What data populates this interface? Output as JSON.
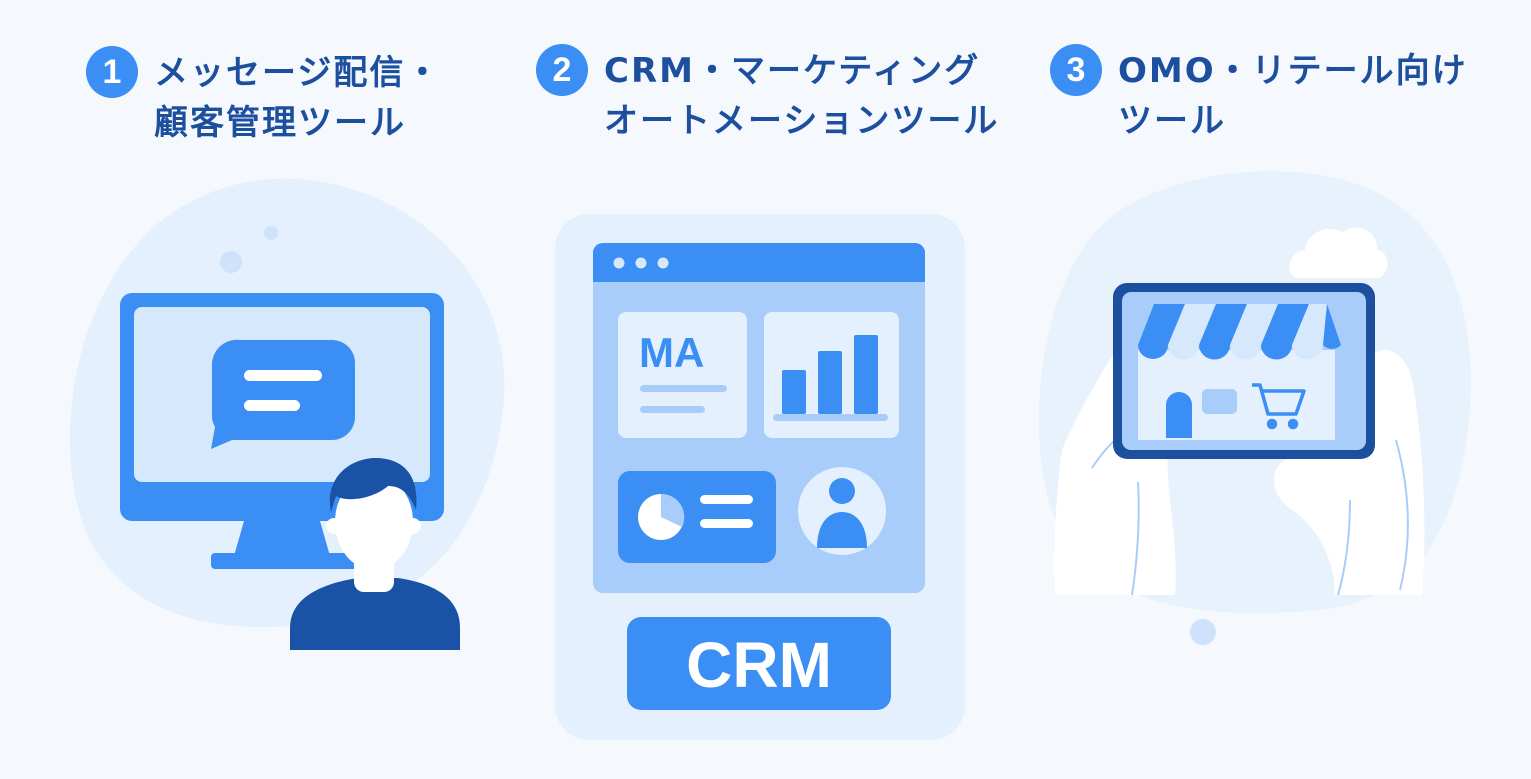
{
  "sections": [
    {
      "number": "1",
      "title_lines": [
        "メッセージ配信・",
        "顧客管理ツール"
      ]
    },
    {
      "number": "2",
      "title_lines": [
        "CRM・マーケティング",
        "オートメーションツール"
      ]
    },
    {
      "number": "3",
      "title_lines": [
        "OMO・リテール向け",
        "ツール"
      ]
    }
  ],
  "ma_card": {
    "label": "MA"
  },
  "crm_button": {
    "label": "CRM"
  },
  "icons": [
    "monitor-icon",
    "chat-bubble-icon",
    "person-icon",
    "pie-chart-icon",
    "user-avatar-icon",
    "bar-chart-icon",
    "storefront-icon",
    "shopping-cart-icon",
    "cloud-icon",
    "hands-icon"
  ],
  "colors": {
    "primary": "#3b8ef3",
    "dark": "#1d4f9f",
    "light": "#d6e8fc",
    "panel": "#a9cdfa",
    "background": "#f5f9fe"
  }
}
